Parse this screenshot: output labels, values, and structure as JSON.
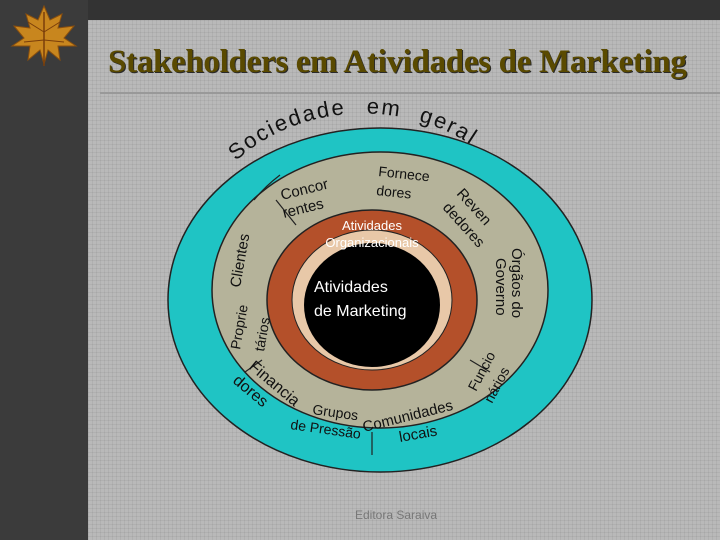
{
  "slide": {
    "title": "Stakeholders em Atividades de Marketing",
    "footer": "Editora Saraiva"
  },
  "diagram": {
    "outer_ring": {
      "label_top_a": "Sociedade",
      "label_top_b": "em",
      "label_top_c": "geral",
      "color": "#1fc4c4"
    },
    "stakeholder_ring": {
      "color": "#b5b39a",
      "items": {
        "fornecedores": [
          "Fornece",
          "dores"
        ],
        "concorrentes": [
          "Concor",
          "rentes"
        ],
        "revendedores": [
          "Reven",
          "dedores"
        ],
        "clientes": "Clientes",
        "orgaos_governo": [
          "Órgãos do",
          "Governo"
        ],
        "proprietarios": [
          "Proprie",
          "tários"
        ],
        "funcionarios": [
          "Funcio",
          "nários"
        ],
        "financiadores": [
          "Financia",
          "dores"
        ],
        "grupos_pressao": [
          "Grupos",
          "de Pressão"
        ],
        "comunidades_locais": [
          "Comunidades",
          "locais"
        ]
      }
    },
    "org_ring": {
      "label": [
        "Atividades",
        "Organizacionais"
      ],
      "color": "#b4502a"
    },
    "core": {
      "label": [
        "Atividades",
        "de Marketing"
      ],
      "color": "#000000"
    }
  }
}
